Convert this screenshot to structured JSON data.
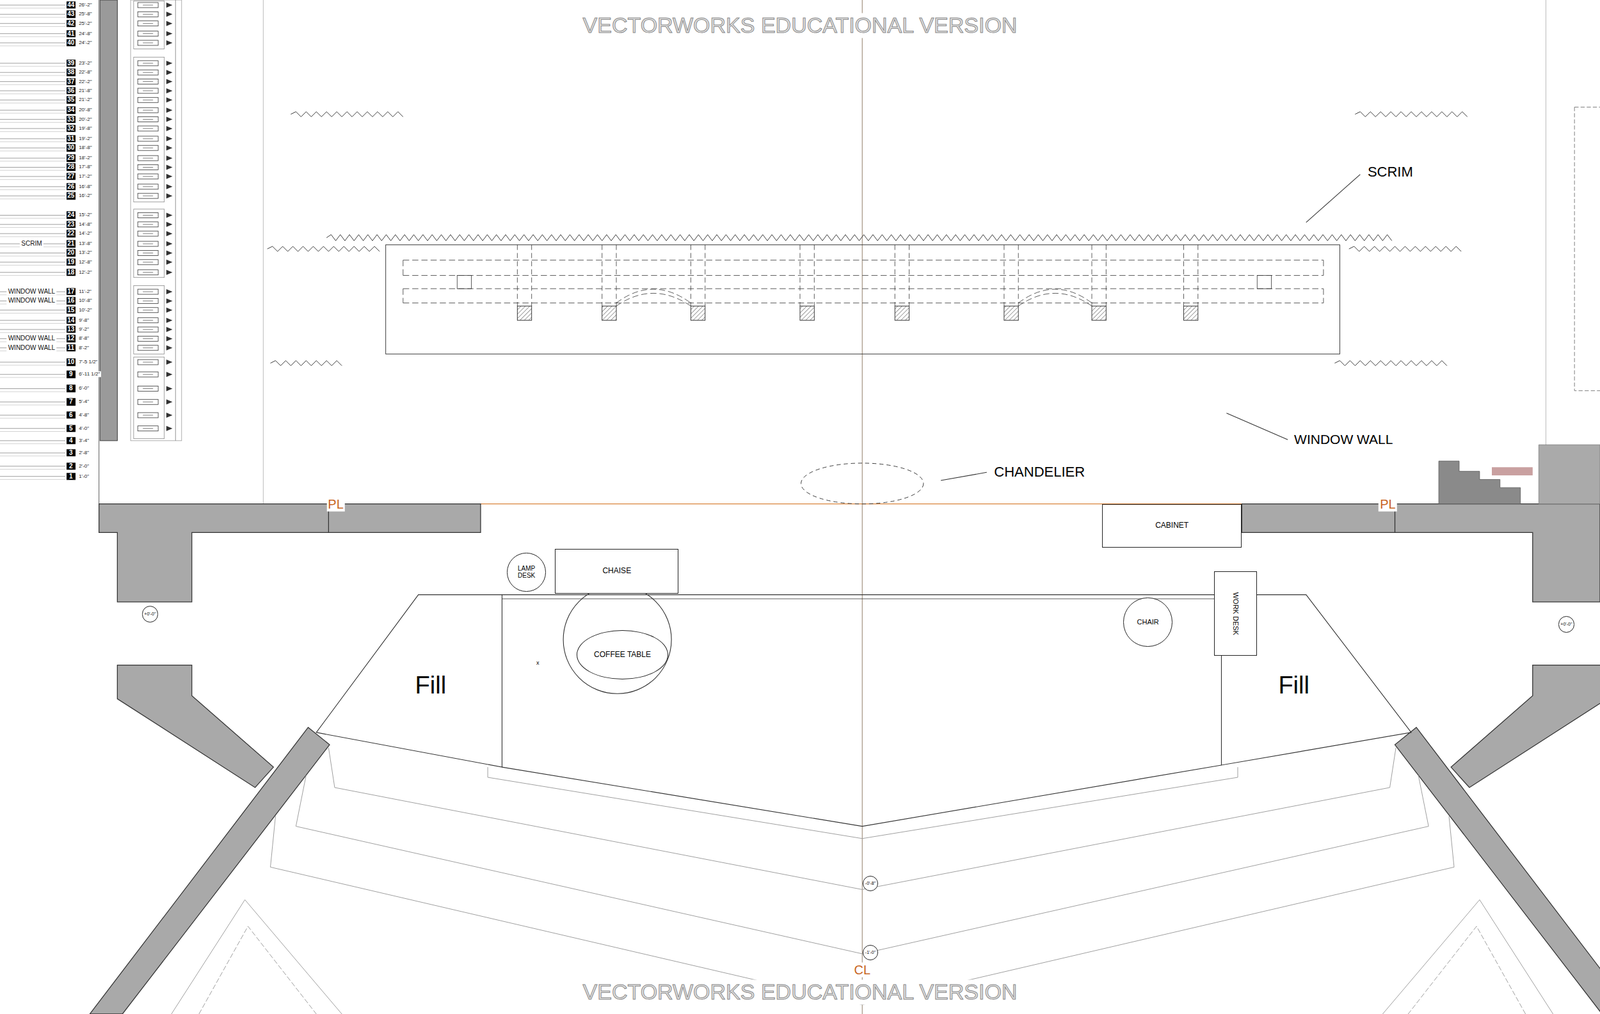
{
  "diagram": {
    "nodes": [
      {
        "text": [
          "CABINET"
        ]
      },
      {
        "text": [
          "LAMP DESK"
        ]
      },
      {
        "text": [
          "CHAISE"
        ]
      },
      {
        "text": [
          "+0'-0\""
        ]
      },
      {
        "text": [
          "CHAIR"
        ]
      },
      {
        "text": [
          "+0'-0\""
        ]
      },
      {
        "text": [
          "WORK DESK"
        ]
      },
      {
        "text": [
          "COFFEE TABLE"
        ]
      },
      {
        "text": [
          "Fill"
        ]
      },
      {
        "text": [
          "Fill"
        ]
      },
      {
        "text": [
          "-0'-8\""
        ]
      },
      {
        "text": [
          "-1'-0\""
        ]
      }
    ],
    "labels": [
      "VECTORWORKS EDUCATIONAL VERSION",
      "44",
      "26'-2\"",
      "43",
      "25'-8\"",
      "42",
      "25'-2\"",
      "41",
      "24'-8\"",
      "40",
      "24'-2\"",
      "39",
      "23'-2\"",
      "38",
      "22'-8\"",
      "37",
      "22'-2\"",
      "36",
      "21'-8\"",
      "35",
      "21'-2\"",
      "34",
      "20'-8\"",
      "33",
      "20'-2\"",
      "32",
      "19'-8\"",
      "31",
      "19'-2\"",
      "30",
      "18'-8\"",
      "29",
      "18'-2\"",
      "28",
      "17'-8\"",
      "27",
      "17'-2\"",
      "26",
      "16'-8\"",
      "25",
      "16'-2\"",
      "24",
      "15'-2\"",
      "23",
      "14'-8\"",
      "22",
      "14'-2\"",
      "SCRIM",
      "21",
      "13'-8\"",
      "20",
      "13'-2\"",
      "19",
      "12'-8\"",
      "18",
      "12'-2\"",
      "WINDOW WALL",
      "17",
      "11'-2\"",
      "WINDOW WALL",
      "16",
      "10'-8\"",
      "15",
      "10'-2\"",
      "14",
      "9'-8\"",
      "13",
      "9'-2\"",
      "WINDOW WALL",
      "12",
      "8'-8\"",
      "WINDOW WALL",
      "11",
      "8'-2\"",
      "10",
      "7'-5 1/2\"",
      "9",
      "6'-11 1/2\"",
      "8",
      "6'-0\"",
      "7",
      "5'-4\"",
      "6",
      "4'-8\"",
      "5",
      "4'-0\"",
      "4",
      "3'-4\"",
      "3",
      "2'-8\"",
      "2",
      "2'-0\"",
      "1",
      "1'-0\"",
      "SCRIM",
      "WINDOW WALL",
      "CHANDELIER",
      "PL",
      "PL",
      "x",
      "CL",
      "VECTORWORKS EDUCATIONAL VERSION"
    ]
  }
}
